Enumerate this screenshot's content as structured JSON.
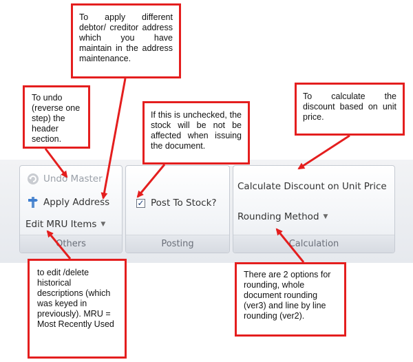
{
  "callouts": {
    "apply_address": "To apply different debtor/ creditor address which you have maintain in the address maintenance.",
    "undo": "To undo (reverse one step) the header section.",
    "post_to_stock": "If this is unchecked, the stock will be not be affected when issuing the document.",
    "calculate_discount": "To calculate the discount based on unit price.",
    "edit_mru": "to edit /delete historical descriptions (which was keyed in previously). MRU = Most Recently Used",
    "rounding": "There are 2 options for rounding, whole document rounding (ver3) and line by line rounding (ver2)."
  },
  "ribbon": {
    "others": {
      "title": "Others",
      "undo_master": "Undo Master",
      "apply_address": "Apply Address",
      "edit_mru_items": "Edit MRU Items"
    },
    "posting": {
      "title": "Posting",
      "post_to_stock": "Post To Stock?",
      "post_to_stock_checked": true
    },
    "calculation": {
      "title": "Calculation",
      "calculate_discount": "Calculate Discount on Unit Price",
      "rounding_method": "Rounding Method"
    }
  },
  "icons": {
    "undo_master": "undo-icon",
    "apply_address": "apply-address-icon",
    "dropdown": "chevron-down-icon",
    "checkbox": "checkbox-icon"
  },
  "colors": {
    "callout_border": "#e41e1e",
    "arrow": "#e41e1e"
  }
}
